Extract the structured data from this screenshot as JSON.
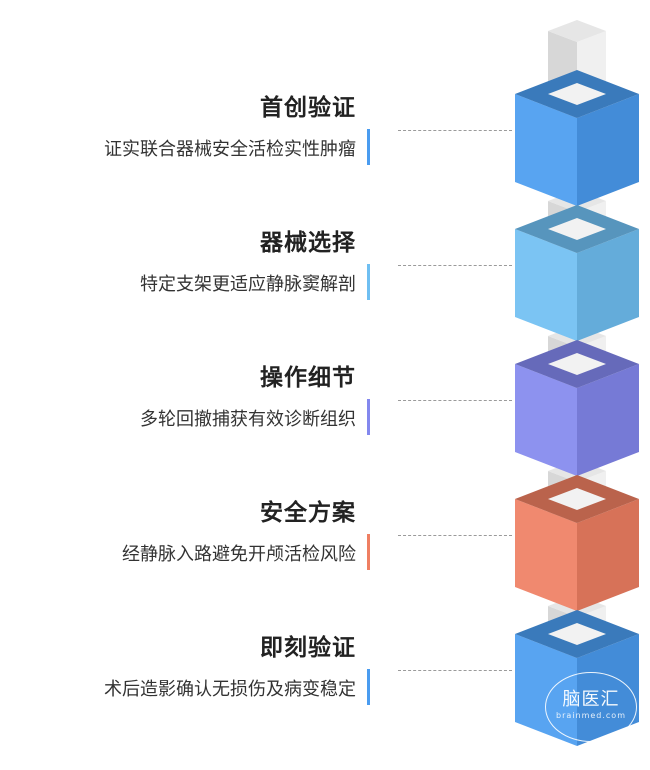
{
  "steps": [
    {
      "title": "首创验证",
      "desc": "证实联合器械安全活检实性肿瘤",
      "color": "#4a9cf0"
    },
    {
      "title": "器械选择",
      "desc": "特定支架更适应静脉窦解剖",
      "color": "#6fbff2"
    },
    {
      "title": "操作细节",
      "desc": "多轮回撤捕获有效诊断组织",
      "color": "#8388ee"
    },
    {
      "title": "安全方案",
      "desc": "经静脉入路避免开颅活检风险",
      "color": "#ef7f62"
    },
    {
      "title": "即刻验证",
      "desc": "术后造影确认无损伤及病变稳定",
      "color": "#4a9cf0"
    }
  ],
  "watermark": {
    "name": "脑医汇",
    "sub": "brainmed.com"
  }
}
